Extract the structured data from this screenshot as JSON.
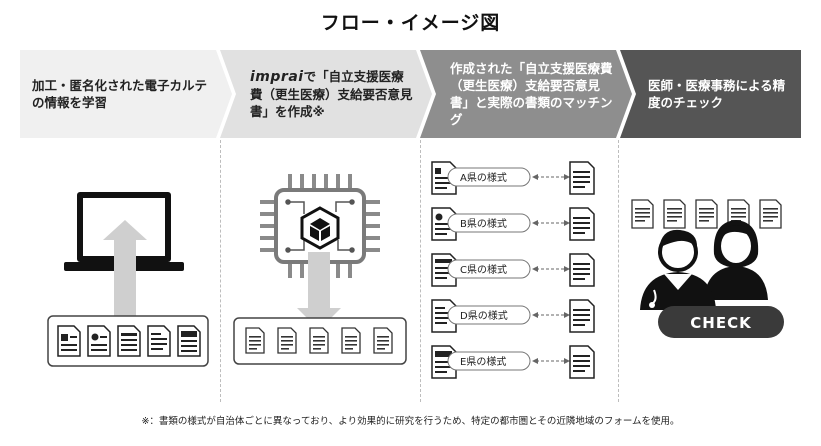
{
  "title": "フロー・イメージ図",
  "steps": [
    {
      "text": "加工・匿名化された電子カルテの情報を学習"
    },
    {
      "brand": "imprai",
      "text": "で「自立支援医療費（更生医療）支給要否意見書」を作成※"
    },
    {
      "text": "作成された「自立支援医療費（更生医療）支給要否意見書」と実際の書類のマッチング"
    },
    {
      "text": "医師・医療事務による精度のチェック"
    }
  ],
  "matching_rows": [
    "A県の様式",
    "B県の様式",
    "C県の様式",
    "D県の様式",
    "E県の様式"
  ],
  "check_label": "CHECK",
  "footnote": "※：書類の様式が自治体ごとに異なっており、より効果的に研究を行うため、特定の都市圏とその近隣地域のフォームを使用。",
  "icons": {
    "panel1": [
      "laptop-icon",
      "arrow-up-icon",
      "document-icon"
    ],
    "panel2": [
      "ai-chip-icon",
      "cube-icon",
      "arrow-down-icon",
      "document-icon"
    ],
    "panel3": [
      "document-icon",
      "dashed-arrow-icon"
    ],
    "panel4": [
      "document-icon",
      "doctor-icon",
      "staff-icon"
    ]
  },
  "colors": {
    "step1": "#f0f0f0",
    "step2": "#e1e1e1",
    "step3": "#8e8e8e",
    "step4": "#555555",
    "check_bg": "#3a3a3a"
  }
}
